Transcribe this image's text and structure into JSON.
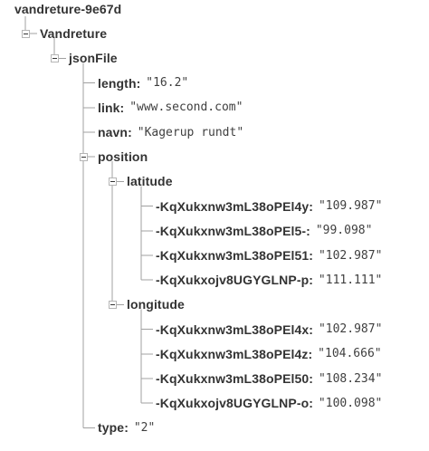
{
  "root": {
    "name": "vandreture-9e67d",
    "children": [
      {
        "key": "Vandreture",
        "children": [
          {
            "key": "jsonFile",
            "children": [
              {
                "key": "length",
                "value": "\"16.2\""
              },
              {
                "key": "link",
                "value": "\"www.second.com\""
              },
              {
                "key": "navn",
                "value": "\"Kagerup rundt\""
              },
              {
                "key": "position",
                "children": [
                  {
                    "key": "latitude",
                    "children": [
                      {
                        "key": "-KqXukxnw3mL38oPEl4y",
                        "value": "\"109.987\""
                      },
                      {
                        "key": "-KqXukxnw3mL38oPEl5-",
                        "value": "\"99.098\""
                      },
                      {
                        "key": "-KqXukxnw3mL38oPEl51",
                        "value": "\"102.987\""
                      },
                      {
                        "key": "-KqXukxojv8UGYGLNP-p",
                        "value": "\"111.111\""
                      }
                    ]
                  },
                  {
                    "key": "longitude",
                    "children": [
                      {
                        "key": "-KqXukxnw3mL38oPEl4x",
                        "value": "\"102.987\""
                      },
                      {
                        "key": "-KqXukxnw3mL38oPEl4z",
                        "value": "\"104.666\""
                      },
                      {
                        "key": "-KqXukxnw3mL38oPEl50",
                        "value": "\"108.234\""
                      },
                      {
                        "key": "-KqXukxojv8UGYGLNP-o",
                        "value": "\"100.098\""
                      }
                    ]
                  }
                ]
              },
              {
                "key": "type",
                "value": "\"2\""
              }
            ]
          }
        ]
      }
    ]
  },
  "colors": {
    "connector": "#a0a0a0",
    "text": "#333333",
    "toggle_border": "#b5b5b5"
  },
  "icons": {
    "expanded": "minus-square-icon"
  }
}
